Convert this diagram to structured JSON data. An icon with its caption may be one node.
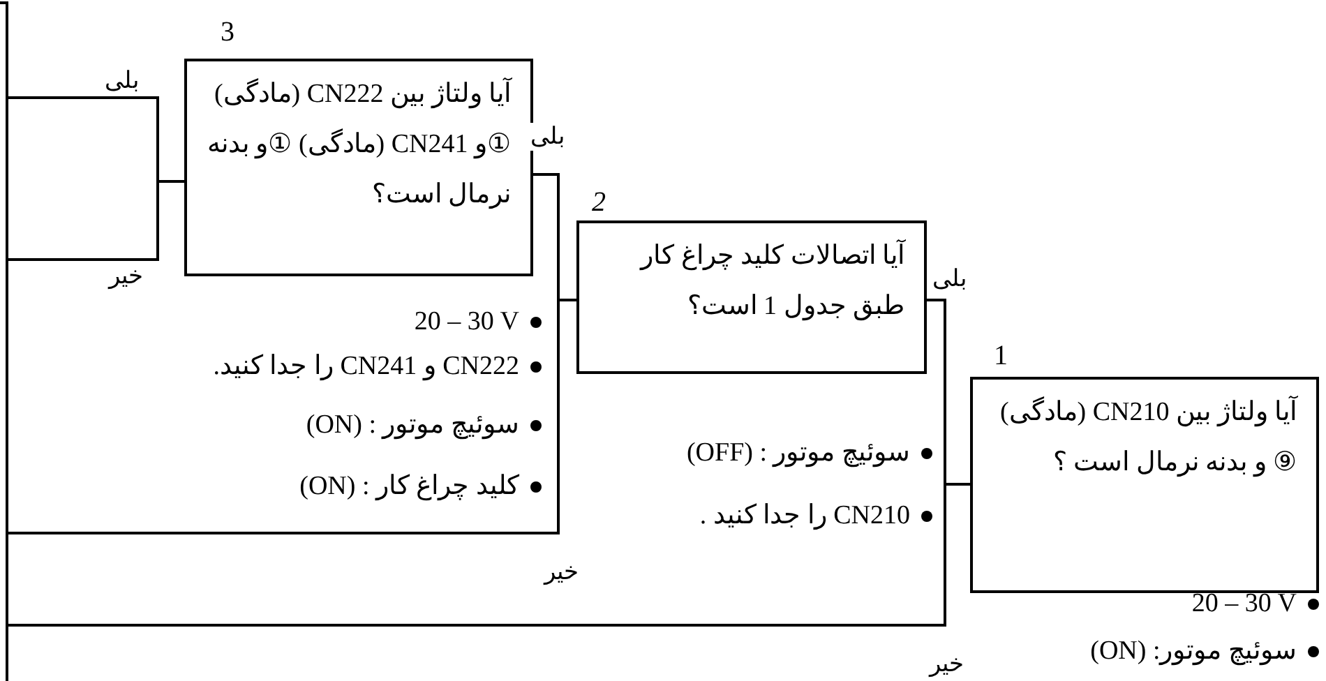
{
  "diagram": {
    "nodes": [
      {
        "text": [
          "آیا ولتاژ بین CN222 (مادگی) ①و CN241 (مادگی) ①و بدنه نرمال است؟"
        ],
        "beside": [
          "3",
          "20 – 30 V",
          "CN222 و CN241 را جدا کنید.",
          "سوئیچ موتور : (ON)",
          "کلید چراغ کار : (ON)"
        ]
      },
      {
        "text": [
          "آیا اتصالات کلید چراغ کار طبق جدول 1 است؟"
        ],
        "beside": [
          "2",
          "سوئیچ موتور : (OFF)",
          "CN210 را جدا کنید ."
        ]
      },
      {
        "text": [
          "آیا ولتاژ بین CN210 (مادگی) ⑨ و بدنه نرمال است ؟"
        ],
        "beside": [
          "1",
          "20 – 30 V",
          "سوئیچ موتور: (ON)"
        ]
      }
    ],
    "edges": [
      {
        "from": 2,
        "to": 1,
        "arrow": "none",
        "label": "بلی"
      },
      {
        "from": 2,
        "to": null,
        "arrow": "none",
        "label": "خیر"
      },
      {
        "from": 1,
        "to": 0,
        "arrow": "none",
        "label": "بلی"
      },
      {
        "from": 1,
        "to": null,
        "arrow": "none",
        "label": "خیر"
      },
      {
        "from": 0,
        "to": null,
        "arrow": "none",
        "label": "بلی"
      },
      {
        "from": 0,
        "to": null,
        "arrow": "none",
        "label": "خیر"
      }
    ]
  }
}
